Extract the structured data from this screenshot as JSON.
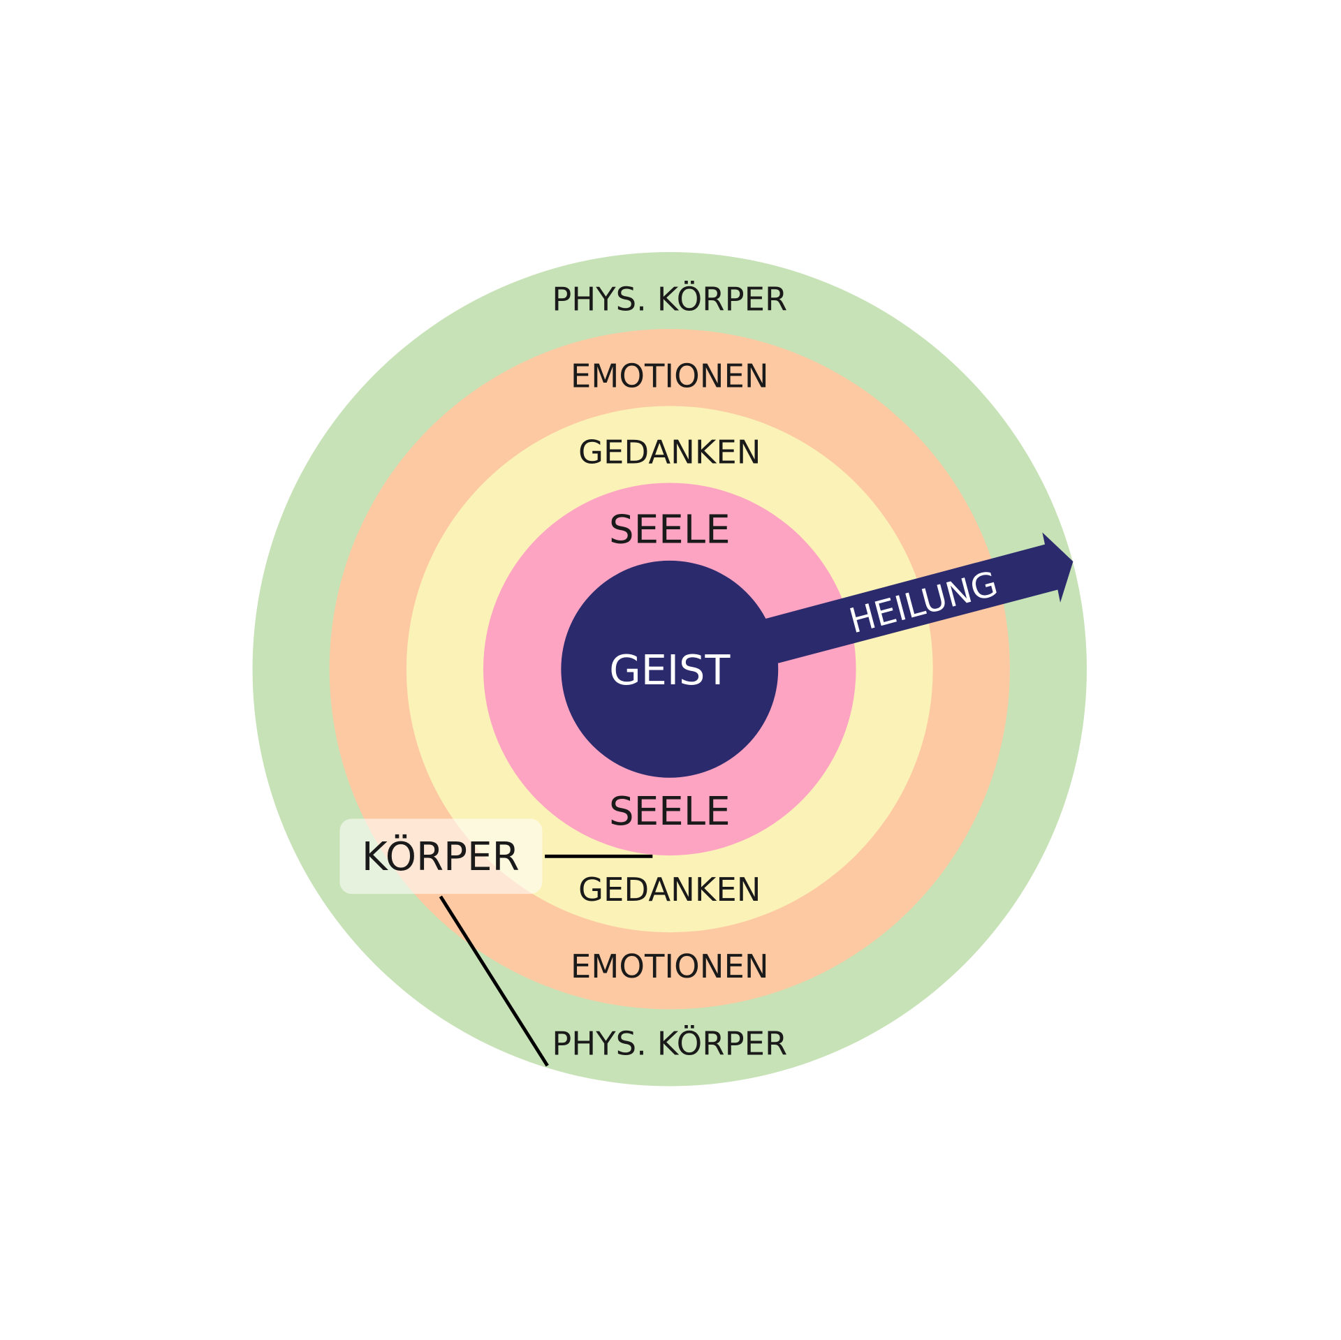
{
  "colors": {
    "phys_koerper": "#c7e2b6",
    "emotionen": "#fcc9a2",
    "gedanken": "#fbf2b7",
    "seele": "#fda4c3",
    "geist": "#2a2a6c",
    "arrow": "#2a2a6c"
  },
  "rings": {
    "phys_koerper": "PHYS. KÖRPER",
    "emotionen": "EMOTIONEN",
    "gedanken": "GEDANKEN",
    "seele": "SEELE",
    "geist": "GEIST"
  },
  "arrow_label": "HEILUNG",
  "callout_label": "KÖRPER"
}
